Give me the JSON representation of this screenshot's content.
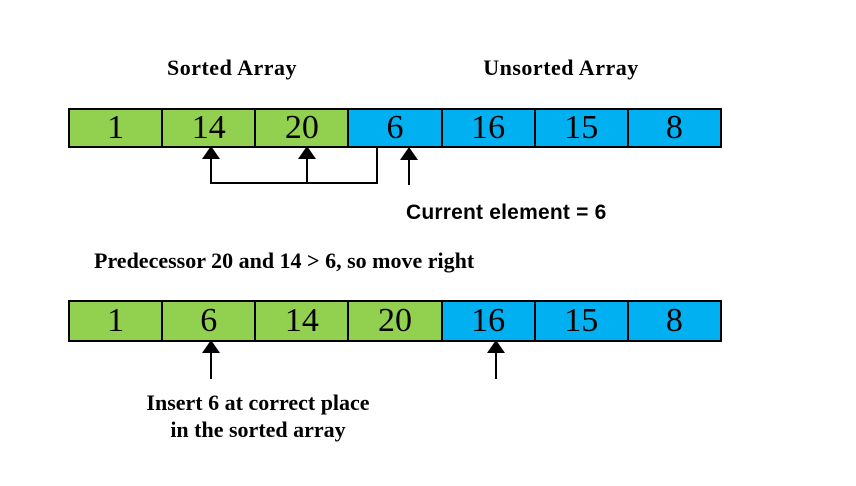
{
  "colors": {
    "sorted": "#92D050",
    "unsorted": "#00B0F0",
    "line": "#000000",
    "text": "#000000",
    "background": "#FFFFFF"
  },
  "titles": {
    "sorted": "Sorted Array",
    "unsorted": "Unsorted Array"
  },
  "annotations": {
    "current_element": "Current element = 6",
    "predecessor": "Predecessor 20 and 14 > 6, so move right",
    "insert_line1": "Insert 6 at correct place",
    "insert_line2": "in the sorted array"
  },
  "arrays": {
    "step1": {
      "cells": [
        {
          "value": "1",
          "state": "sorted"
        },
        {
          "value": "14",
          "state": "sorted"
        },
        {
          "value": "20",
          "state": "sorted"
        },
        {
          "value": "6",
          "state": "unsorted"
        },
        {
          "value": "16",
          "state": "unsorted"
        },
        {
          "value": "15",
          "state": "unsorted"
        },
        {
          "value": "8",
          "state": "unsorted"
        }
      ]
    },
    "step2": {
      "cells": [
        {
          "value": "1",
          "state": "sorted"
        },
        {
          "value": "6",
          "state": "sorted"
        },
        {
          "value": "14",
          "state": "sorted"
        },
        {
          "value": "20",
          "state": "sorted"
        },
        {
          "value": "16",
          "state": "unsorted"
        },
        {
          "value": "15",
          "state": "unsorted"
        },
        {
          "value": "8",
          "state": "unsorted"
        }
      ]
    }
  }
}
